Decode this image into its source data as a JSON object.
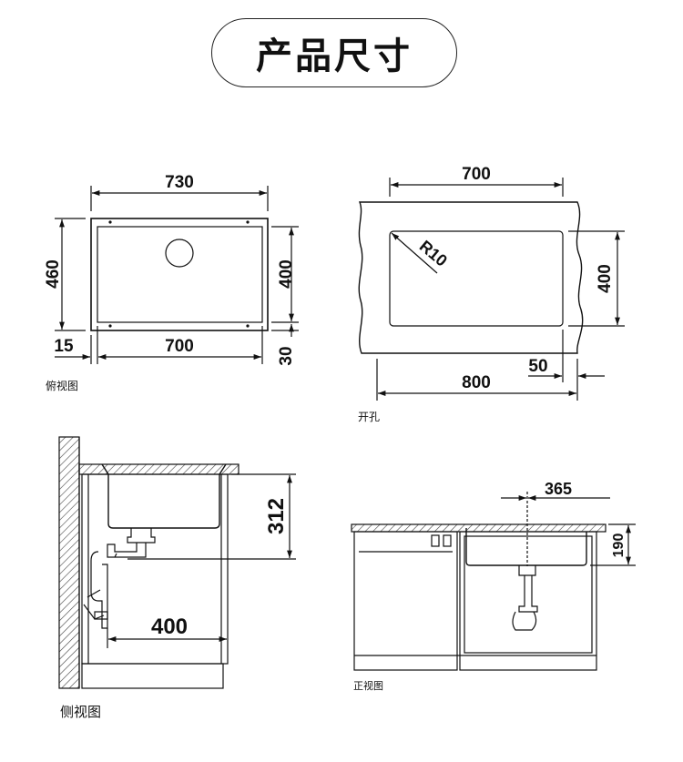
{
  "title": "产品尺寸",
  "top_view": {
    "caption": "俯视图",
    "width_outer": "730",
    "width_inner": "700",
    "height_outer": "460",
    "height_inner": "400",
    "edge_left": "15",
    "edge_bottom": "30"
  },
  "cutout": {
    "caption": "开孔",
    "width_inner": "700",
    "radius": "R10",
    "height": "400",
    "width_outer": "800",
    "margin": "50"
  },
  "side_view": {
    "caption": "侧视图",
    "depth": "312",
    "drain_distance": "400"
  },
  "front_view": {
    "caption": "正视图",
    "drain_offset": "365",
    "depth": "190"
  }
}
